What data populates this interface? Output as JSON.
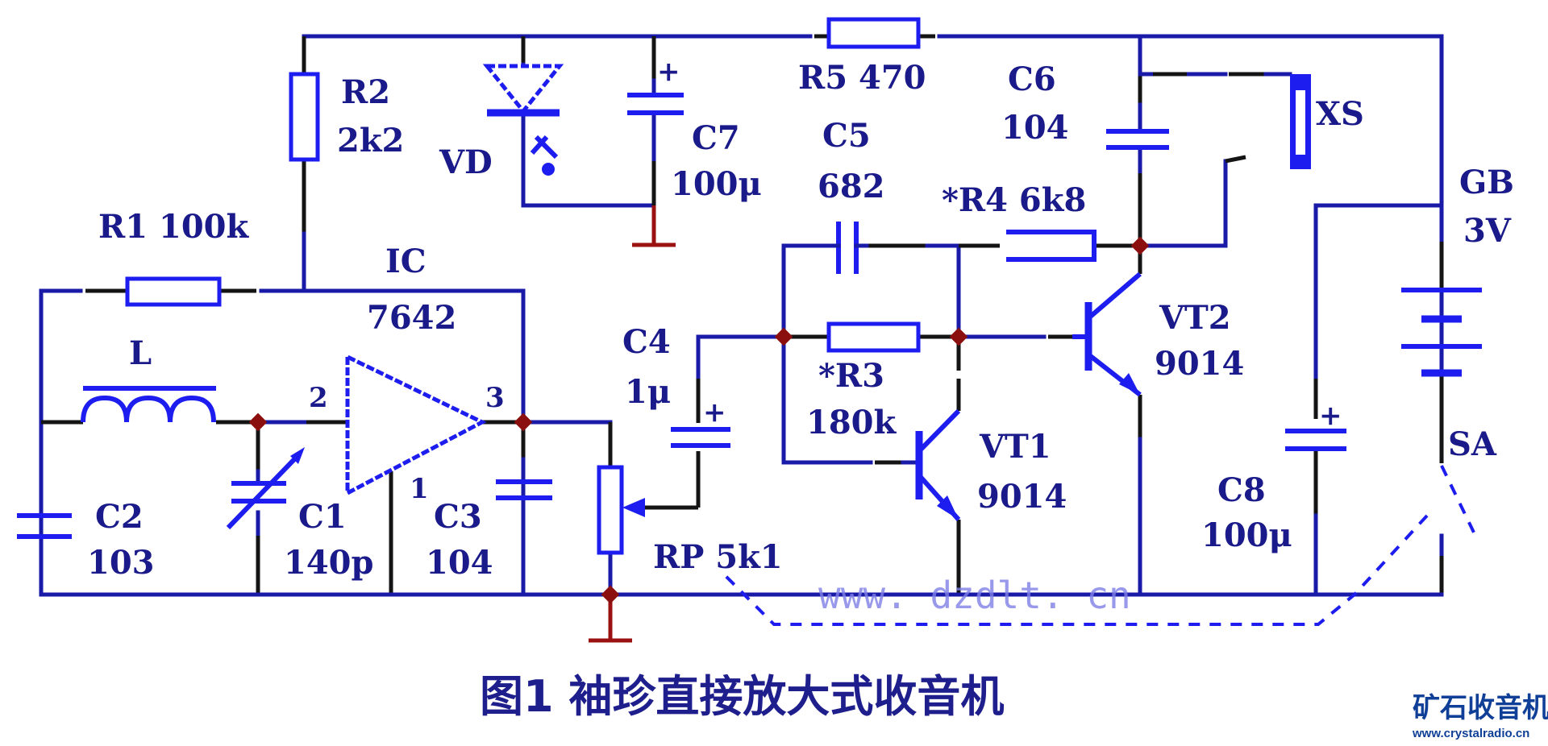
{
  "caption": "图1  袖珍直接放大式收音机",
  "watermark": "www. dzdlt. cn",
  "logo": {
    "name": "矿石收音机",
    "url": "www.crystalradio.cn",
    "color": "#0f3f96"
  },
  "colors": {
    "wire": "#1a1aa8",
    "component": "#1d1df0",
    "node": "#8b0f0f",
    "ground": "#9b1010",
    "label": "#1a1a8a"
  },
  "components": {
    "R1": {
      "ref": "R1",
      "value": "100k",
      "label": "R1 100k"
    },
    "R2": {
      "ref": "R2",
      "value": "2k2"
    },
    "R3": {
      "ref": "*R3",
      "value": "180k"
    },
    "R4": {
      "ref": "*R4",
      "value": "6k8",
      "label": "*R4  6k8"
    },
    "R5": {
      "ref": "R5",
      "value": "470",
      "label": "R5 470"
    },
    "RP": {
      "ref": "RP",
      "value": "5k1",
      "label": "RP 5k1"
    },
    "L": {
      "ref": "L"
    },
    "C1": {
      "ref": "C1",
      "value": "140p"
    },
    "C2": {
      "ref": "C2",
      "value": "103"
    },
    "C3": {
      "ref": "C3",
      "value": "104"
    },
    "C4": {
      "ref": "C4",
      "value": "1μ"
    },
    "C5": {
      "ref": "C5",
      "value": "682"
    },
    "C6": {
      "ref": "C6",
      "value": "104"
    },
    "C7": {
      "ref": "C7",
      "value": "100μ"
    },
    "C8": {
      "ref": "C8",
      "value": "100μ"
    },
    "IC": {
      "ref": "IC",
      "value": "7642",
      "pins": [
        "1",
        "2",
        "3"
      ]
    },
    "VD": {
      "ref": "VD"
    },
    "VT1": {
      "ref": "VT1",
      "value": "9014"
    },
    "VT2": {
      "ref": "VT2",
      "value": "9014"
    },
    "XS": {
      "ref": "XS"
    },
    "GB": {
      "ref": "GB",
      "value": "3V"
    },
    "SA": {
      "ref": "SA"
    }
  }
}
